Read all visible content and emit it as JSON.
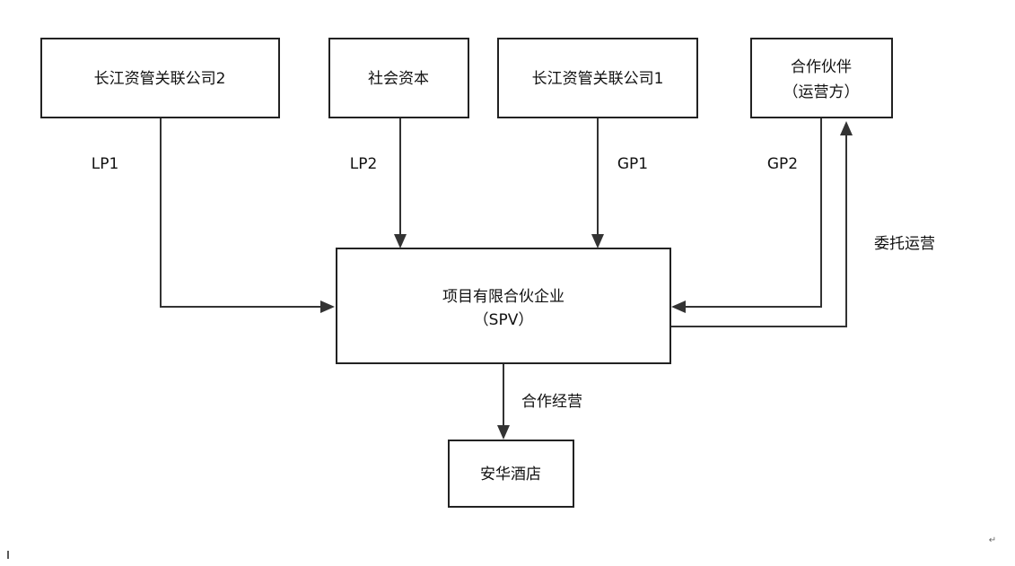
{
  "nodes": {
    "cj2": "长江资管关联公司2",
    "social": "社会资本",
    "cj1": "长江资管关联公司1",
    "partner_line1": "合作伙伴",
    "partner_line2": "（运营方）",
    "spv_line1": "项目有限合伙企业",
    "spv_line2": "（SPV）",
    "hotel": "安华酒店"
  },
  "edges": {
    "lp1": "LP1",
    "lp2": "LP2",
    "gp1": "GP1",
    "gp2": "GP2",
    "entrust": "委托运营",
    "coop": "合作经营"
  },
  "marks": {
    "return_mark": "↵"
  }
}
